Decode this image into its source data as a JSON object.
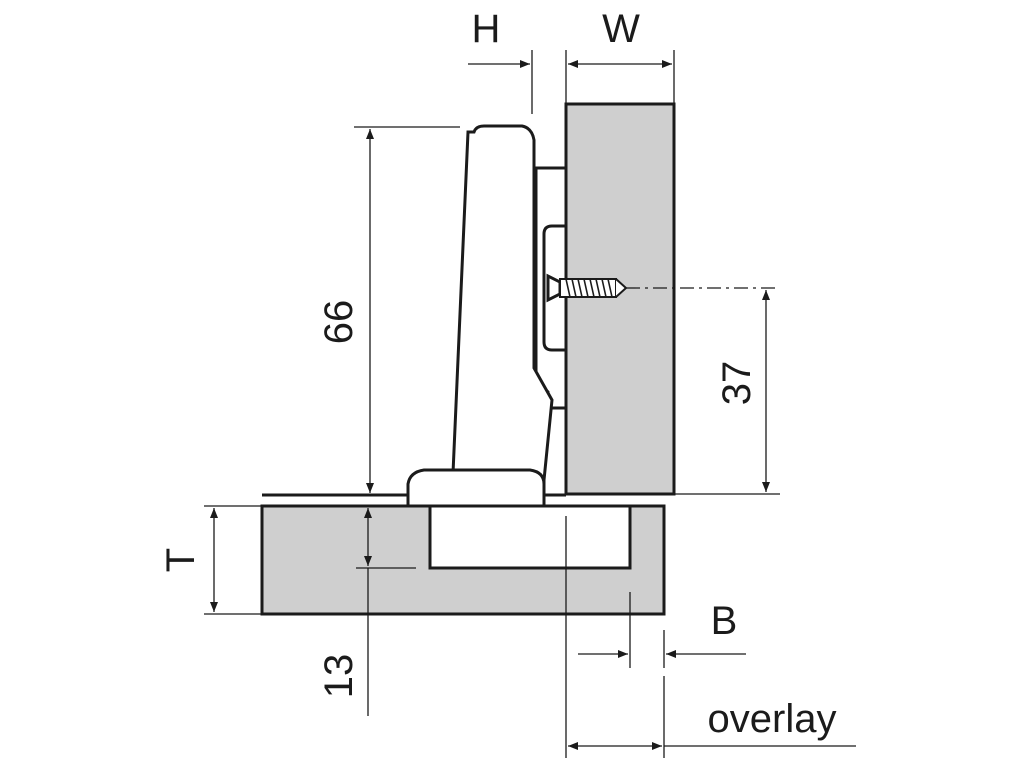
{
  "diagram": {
    "labels": {
      "h": "H",
      "w": "W",
      "dim_66": "66",
      "dim_37": "37",
      "t": "T",
      "dim_13": "13",
      "b": "B",
      "overlay": "overlay"
    },
    "colors": {
      "panel_fill": "#cfcfcf",
      "line": "#1b1b1b",
      "background": "#ffffff"
    }
  }
}
